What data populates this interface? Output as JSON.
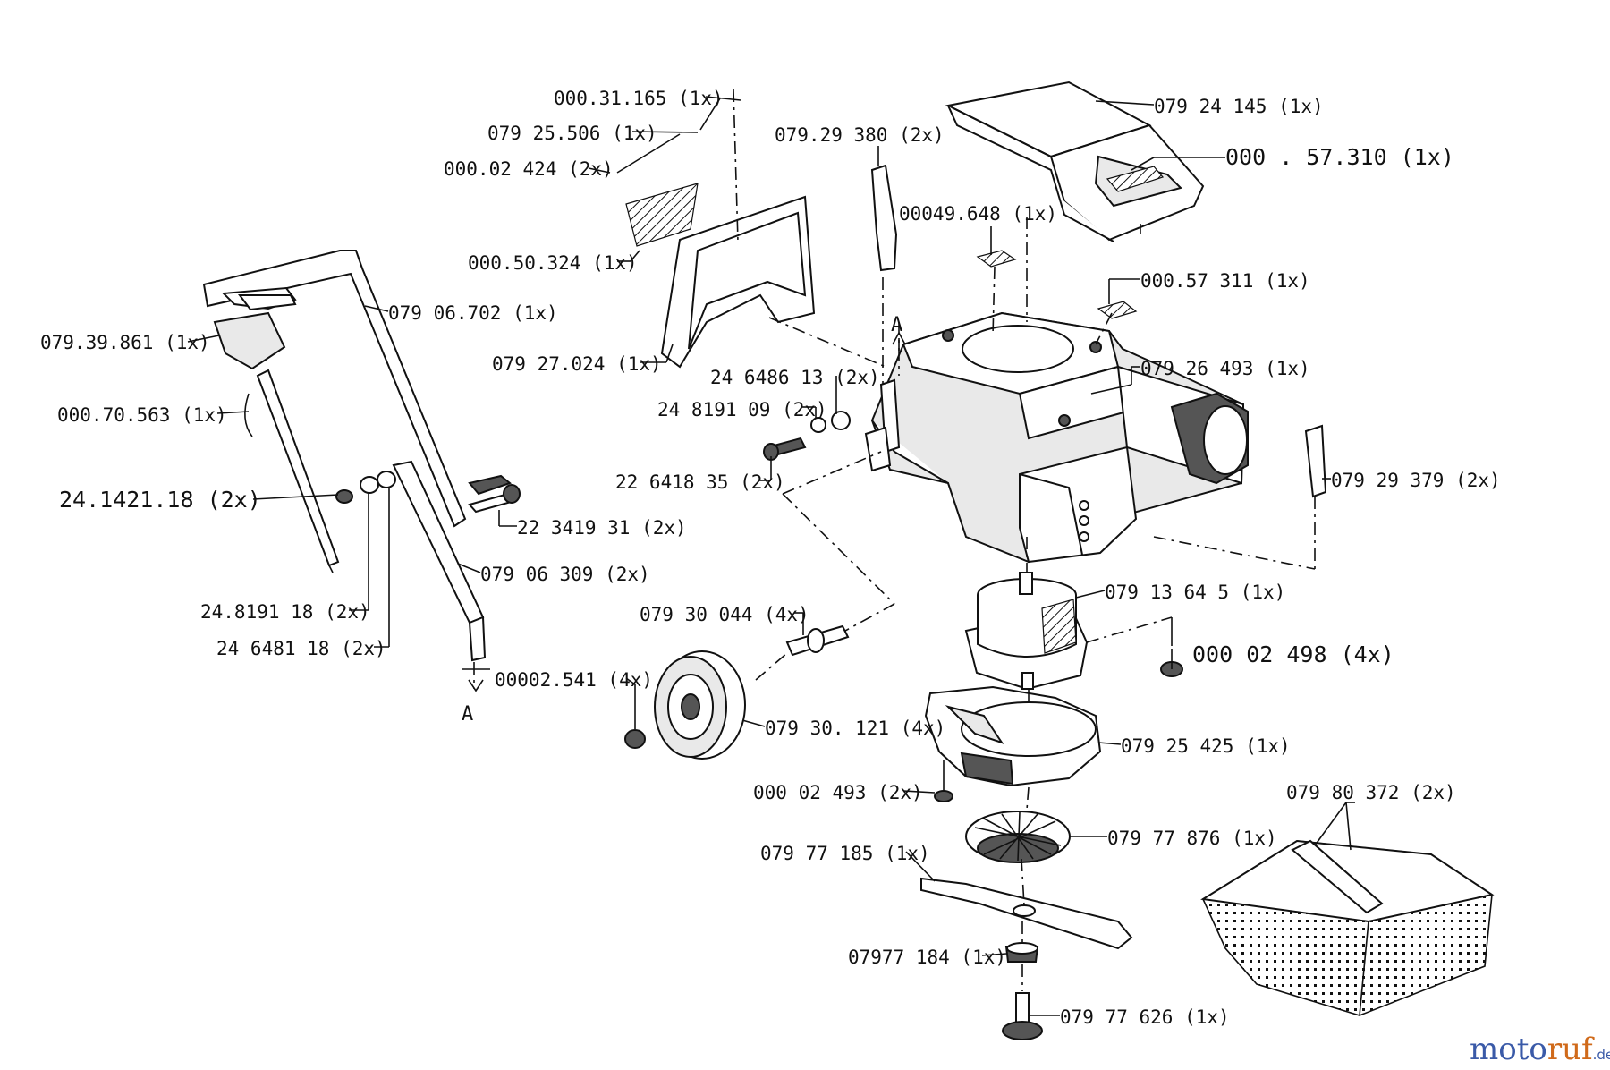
{
  "parts": [
    {
      "id": "000.31.165",
      "label": "000.31.165  (1x)"
    },
    {
      "id": "079.25.506",
      "label": "079 25.506 (1x)"
    },
    {
      "id": "000.02.424",
      "label": "000.02 424 (2x)"
    },
    {
      "id": "000.50.324",
      "label": "000.50.324 (1x)"
    },
    {
      "id": "079.29.380",
      "label": "079.29 380  (2x)"
    },
    {
      "id": "000.49.648",
      "label": "00049.648 (1x)"
    },
    {
      "id": "079.24.145",
      "label": "079 24 145  (1x)"
    },
    {
      "id": "000.57.310",
      "label": "000 . 57.310  (1x)"
    },
    {
      "id": "000.57.311",
      "label": "000.57 311 (1x)"
    },
    {
      "id": "079.26.493",
      "label": "079 26 493 (1x)"
    },
    {
      "id": "079.39.861",
      "label": "079.39.861 (1x)"
    },
    {
      "id": "079.06.702",
      "label": "079 06.702 (1x)"
    },
    {
      "id": "079.27.024",
      "label": "079 27.024 (1x)"
    },
    {
      "id": "24.648.613",
      "label": "24 6486 13 (2x)"
    },
    {
      "id": "000.70.563",
      "label": "000.70.563 (1x)"
    },
    {
      "id": "24.819.109",
      "label": "24 8191 09 (2x)"
    },
    {
      "id": "22.641.835",
      "label": "22 6418 35 (2x)"
    },
    {
      "id": "079.29.379",
      "label": "079 29 379  (2x)"
    },
    {
      "id": "24.142.118",
      "label": "24.1421.18   (2x)"
    },
    {
      "id": "22.341.931",
      "label": "22 3419 31  (2x)"
    },
    {
      "id": "079.06.309",
      "label": "079 06 309  (2x)"
    },
    {
      "id": "079.13.645",
      "label": "079 13 64 5 (1x)"
    },
    {
      "id": "24.819.118",
      "label": "24.8191 18  (2x)"
    },
    {
      "id": "079.30.044",
      "label": "079 30 044  (4x)"
    },
    {
      "id": "24.648.118",
      "label": "24 6481 18  (2x)"
    },
    {
      "id": "000.02.498",
      "label": "000 02 498 (4x)"
    },
    {
      "id": "000.02.541",
      "label": "00002.541 (4x)"
    },
    {
      "id": "079.30.121",
      "label": "079 30. 121  (4x)"
    },
    {
      "id": "079.25.425",
      "label": "079 25 425   (1x)"
    },
    {
      "id": "000.02.493",
      "label": "000 02 493  (2x)"
    },
    {
      "id": "079.80.372",
      "label": "079 80 372  (2x)"
    },
    {
      "id": "079.77.876",
      "label": "079 77 876  (1x)"
    },
    {
      "id": "079.77.185",
      "label": "079 77 185  (1x)"
    },
    {
      "id": "079.77.184",
      "label": "07977 184  (1x)"
    },
    {
      "id": "079.77.626",
      "label": "079 77 626  (1x)"
    }
  ],
  "markers": {
    "a_top": "A",
    "a_bottom": "A"
  },
  "logo": {
    "part1": "moto",
    "part2": "ruf",
    "suffix": ".de"
  }
}
